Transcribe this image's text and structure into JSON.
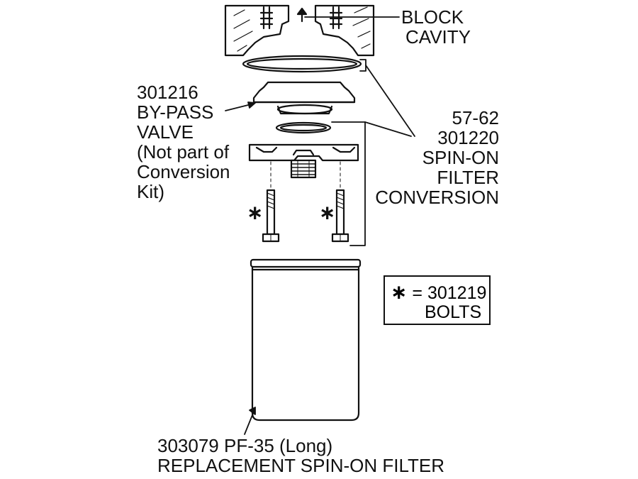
{
  "labels": {
    "block_cavity": [
      "BLOCK",
      "CAVITY"
    ],
    "bypass_valve": [
      "301216",
      "BY-PASS",
      "VALVE",
      "(Not part of",
      "Conversion",
      "Kit)"
    ],
    "conversion": [
      "57-62",
      "301220",
      "SPIN-ON",
      "FILTER",
      "CONVERSION"
    ],
    "replacement_filter": [
      "303079  PF-35 (Long)",
      "REPLACEMENT SPIN-ON FILTER"
    ]
  },
  "legend": {
    "symbol": "∗",
    "line1": "= 301219",
    "line2": "BOLTS"
  },
  "bolt_marker": "∗",
  "colors": {
    "ink": "#111111",
    "paper": "#ffffff"
  }
}
